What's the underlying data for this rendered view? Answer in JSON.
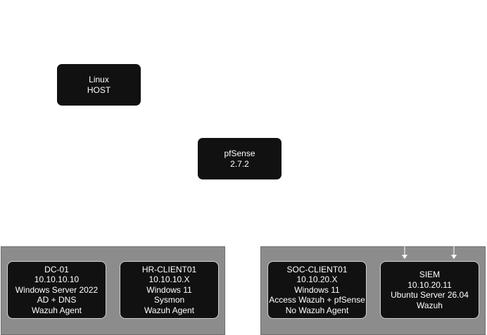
{
  "nodes": {
    "linux_host": {
      "lines": [
        "Linux",
        "HOST"
      ]
    },
    "pfsense": {
      "lines": [
        "pfSense",
        "2.7.2"
      ]
    },
    "dc01": {
      "lines": [
        "DC-01",
        "10.10.10.10",
        "Windows Server 2022",
        "AD + DNS",
        "Wazuh Agent"
      ]
    },
    "hr_client01": {
      "lines": [
        "HR-CLIENT01",
        "10.10.10.X",
        "Windows 11",
        "Sysmon",
        "Wazuh Agent"
      ]
    },
    "soc_client01": {
      "lines": [
        "SOC-CLIENT01",
        "10.10.20.X",
        "Windows 11",
        "Access Wazuh + pfSense",
        "No Wazuh Agent"
      ]
    },
    "siem": {
      "lines": [
        "SIEM",
        "10.10.20.11",
        "Ubuntu Server 26.04",
        "Wazuh"
      ]
    }
  },
  "colors": {
    "node_fill": "#111111",
    "node_text": "#ffffff",
    "zone_fill": "#8c8c8c"
  }
}
